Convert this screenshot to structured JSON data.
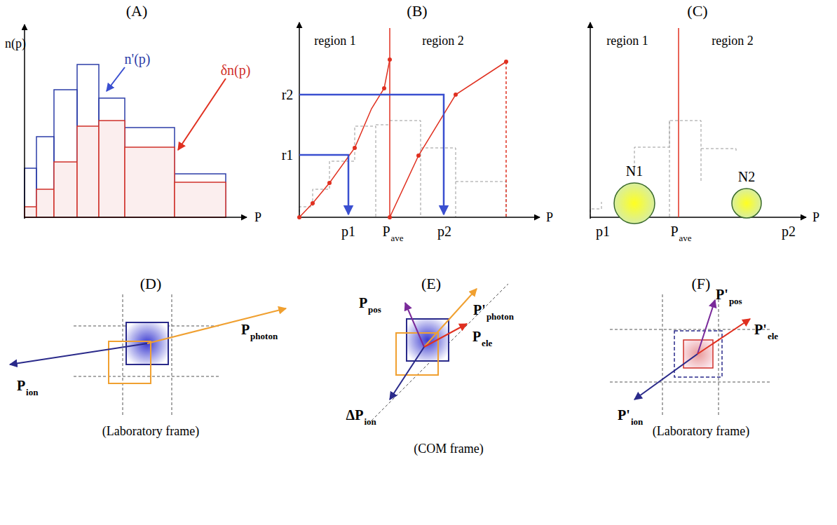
{
  "diagram": {
    "nodes": [
      {
        "text": [
          "N1"
        ]
      },
      {
        "text": [
          "N2"
        ]
      }
    ],
    "labels": [
      "(A)",
      "n(p)",
      "P",
      "n'(p)",
      "δn(p)",
      "(B)",
      "region 1",
      "region 2",
      "r2",
      "r1",
      "p1",
      "P",
      "ave",
      "p2",
      "P",
      "(C)",
      "region 1",
      "region 2",
      "p1",
      "P",
      "ave",
      "p2",
      "P",
      "(D)",
      "P",
      "photon",
      "P",
      "ion",
      "(Laboratory frame)",
      "(E)",
      "P",
      "pos",
      "P'",
      "photon",
      "P",
      "ele",
      "ΔP",
      "ion",
      "(COM frame)",
      "(F)",
      "P'",
      "pos",
      "P'",
      "ele",
      "P'",
      "ion",
      "(Laboratory frame)"
    ]
  }
}
